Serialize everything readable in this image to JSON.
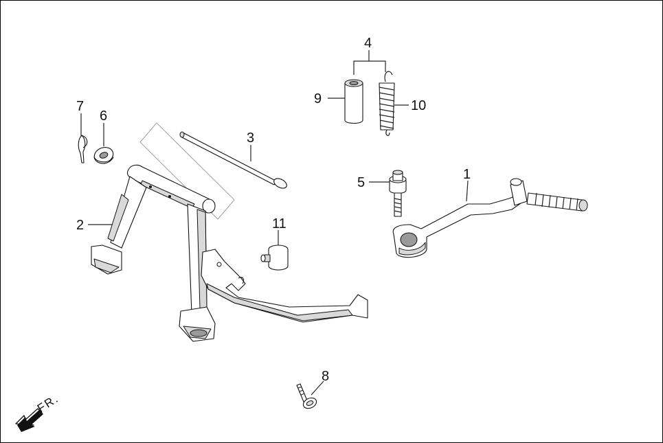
{
  "callouts": {
    "c1": "1",
    "c2": "2",
    "c3": "3",
    "c4": "4",
    "c5": "5",
    "c6": "6",
    "c7": "7",
    "c8": "8",
    "c9": "9",
    "c10": "10",
    "c11": "11"
  },
  "direction_label": "FR.",
  "icons": {
    "direction_arrow": "front-direction-arrow-icon"
  }
}
